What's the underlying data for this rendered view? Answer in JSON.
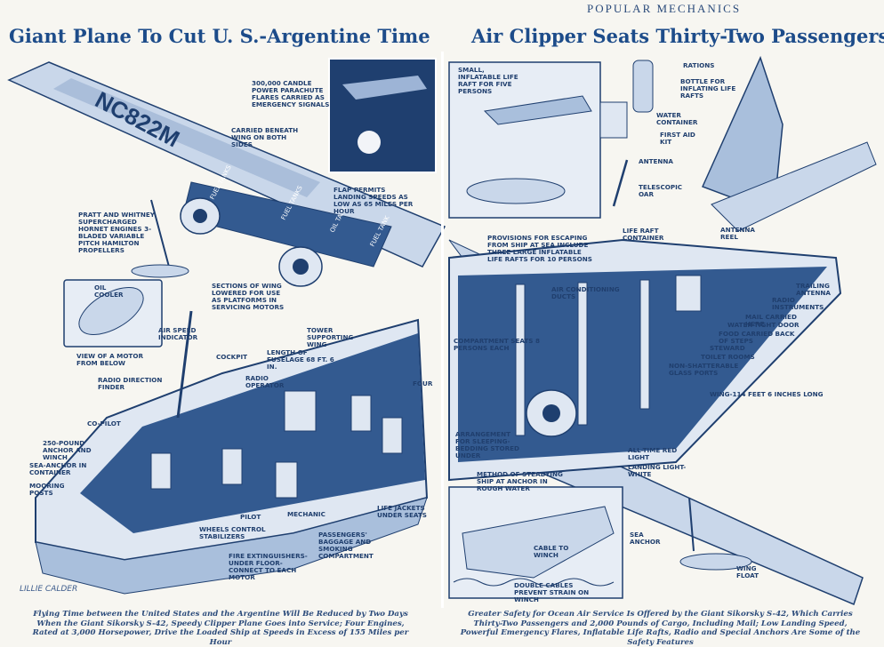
{
  "masthead": "POPULAR MECHANICS",
  "left": {
    "title": "Giant Plane To Cut U. S.-Argentine Time",
    "wing_marking": "NC822M",
    "tank_labels": [
      "FUEL TANKS",
      "FUEL TANKS",
      "OIL TANK",
      "FUEL TANK"
    ],
    "callouts": [
      "300,000 CANDLE POWER PARACHUTE FLARES CARRIED AS EMERGENCY SIGNALS",
      "CARRIED BENEATH WING ON BOTH SIDES",
      "FLAP PERMITS LANDING SPEEDS AS LOW AS 65 MILES PER HOUR",
      "PRATT AND WHITNEY SUPERCHARGED HORNET ENGINES 3-BLADED VARIABLE PITCH HAMILTON PROPELLERS",
      "OIL COOLER",
      "SECTIONS OF WING LOWERED FOR USE AS PLATFORMS IN SERVICING MOTORS",
      "AIR SPEED INDICATOR",
      "VIEW OF A MOTOR FROM BELOW",
      "TOWER SUPPORTING WING",
      "LENGTH OF FUSELAGE 68 FT. 6 IN.",
      "COCKPIT",
      "RADIO OPERATOR",
      "RADIO DIRECTION FINDER",
      "FOUR",
      "CO-PILOT",
      "250-POUND ANCHOR AND WINCH",
      "SEA-ANCHOR IN CONTAINER",
      "MOORING POSTS",
      "PILOT",
      "MECHANIC",
      "WHEELS CONTROL STABILIZERS",
      "LIFE JACKETS UNDER SEATS",
      "PASSENGERS' BAGGAGE AND SMOKING COMPARTMENT",
      "FIRE EXTINGUISHERS- UNDER FLOOR- CONNECT TO EACH MOTOR"
    ],
    "signature": "LILLIE CALDER",
    "caption": "Flying Time between the United States and the Argentine Will Be Reduced by Two Days When the Giant Sikorsky S-42, Speedy Clipper Plane Goes into Service; Four Engines, Rated at 3,000 Horsepower, Drive the Loaded Ship at Speeds in Excess of 155 Miles per Hour"
  },
  "right": {
    "title": "Air Clipper Seats Thirty-Two Passengers",
    "callouts": [
      "SMALL, INFLATABLE LIFE RAFT FOR FIVE PERSONS",
      "RATIONS",
      "BOTTLE FOR INFLATING LIFE RAFTS",
      "WATER CONTAINER",
      "FIRST AID KIT",
      "ANTENNA",
      "TELESCOPIC OAR",
      "PROVISIONS FOR ESCAPING FROM SHIP AT SEA INCLUDE THREE LARGE INFLATABLE LIFE RAFTS FOR 10 PERSONS",
      "LIFE RAFT CONTAINER",
      "ANTENNA REEL",
      "TRAILING ANTENNA",
      "AIR CONDITIONING DUCTS",
      "RADIO INSTRUMENTS",
      "MAIL CARRIED HERE",
      "WATER-TIGHT DOOR",
      "FOOD CARRIED BACK OF STEPS",
      "STEWARD",
      "TOILET ROOMS",
      "NON-SHATTERABLE GLASS PORTS",
      "COMPARTMENT SEATS 8 PERSONS EACH",
      "WING-114 FEET 6 INCHES LONG",
      "ARRANGEMENT FOR SLEEPING- BEDDING STORED UNDER",
      "ALL-TIME RED LIGHT",
      "LANDING LIGHT-WHITE",
      "METHOD OF STEADYING SHIP AT ANCHOR IN ROUGH WATER",
      "CABLE TO WINCH",
      "SEA ANCHOR",
      "DOUBLE CABLES PREVENT STRAIN ON WINCH",
      "WING FLOAT"
    ],
    "caption": "Greater Safety for Ocean Air Service Is Offered by the Giant Sikorsky S-42, Which Carries Thirty-Two Passengers and 2,000 Pounds of Cargo, Including Mail; Low Landing Speed, Powerful Emergency Flares, Inflatable Life Rafts, Radio and Special Anchors Are Some of the Safety Features"
  },
  "colors": {
    "ink": "#1f3f6f",
    "tint": "#a9bfdc",
    "pale": "#dde6f1",
    "paper": "#f7f6f1"
  }
}
